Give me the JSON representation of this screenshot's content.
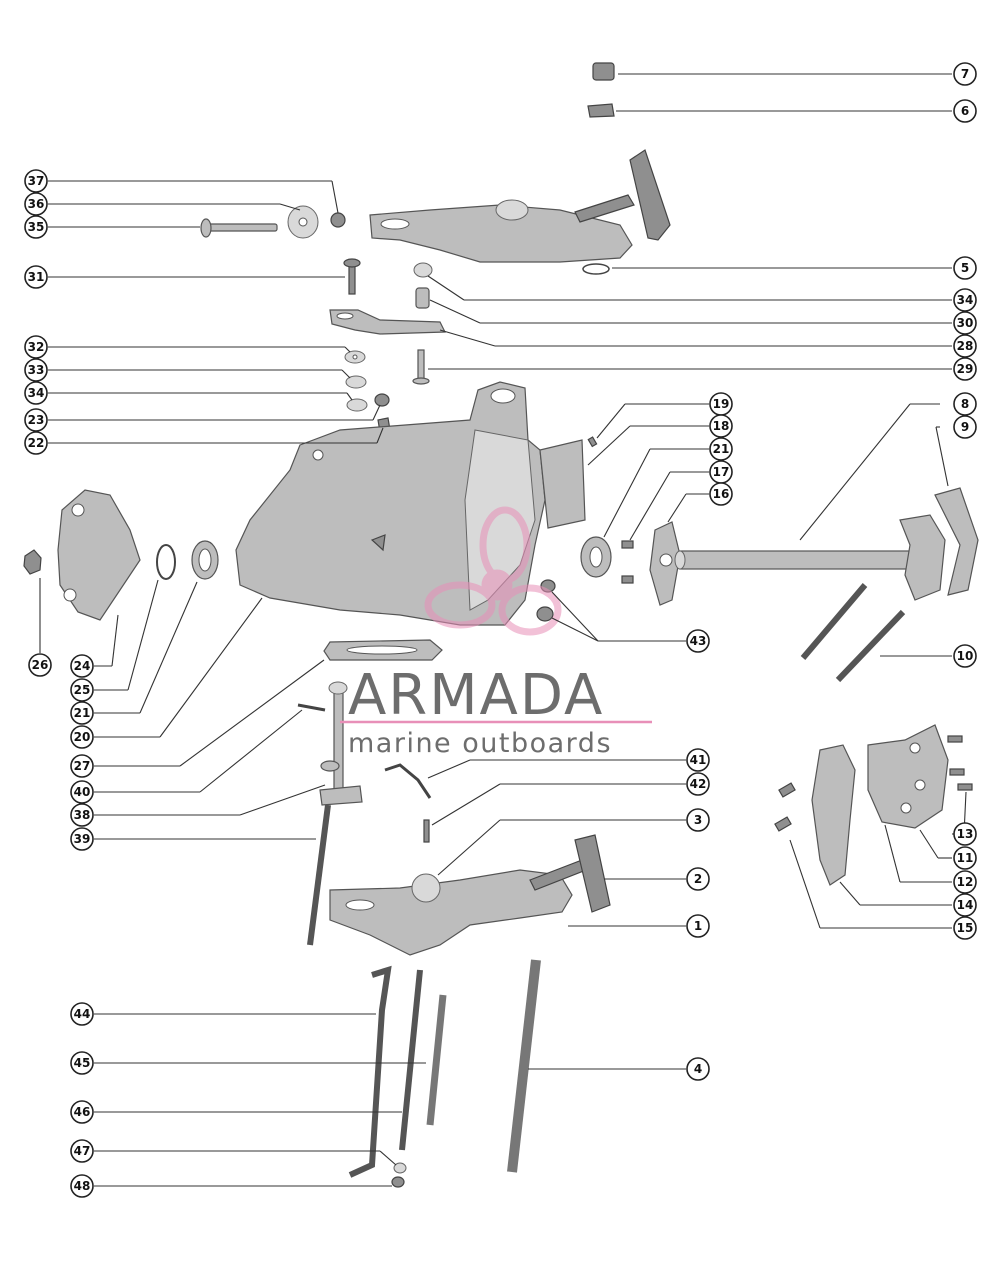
{
  "watermark": {
    "name": "ARMADA",
    "tagline": "marine outboards",
    "accent": "#e88fb8"
  },
  "callouts": {
    "n1": "1",
    "n2": "2",
    "n3": "3",
    "n4": "4",
    "n5": "5",
    "n6": "6",
    "n7": "7",
    "n8": "8",
    "n9": "9",
    "n10": "10",
    "n11": "11",
    "n12": "12",
    "n13": "13",
    "n14": "14",
    "n15": "15",
    "n16": "16",
    "n17": "17",
    "n18": "18",
    "n19": "19",
    "n20": "20",
    "n21a": "21",
    "n21b": "21",
    "n22": "22",
    "n23": "23",
    "n24": "24",
    "n25": "25",
    "n26": "26",
    "n27": "27",
    "n28": "28",
    "n29": "29",
    "n30": "30",
    "n31": "31",
    "n32": "32",
    "n33": "33",
    "n34a": "34",
    "n34b": "34",
    "n35": "35",
    "n36": "36",
    "n37": "37",
    "n38": "38",
    "n39": "39",
    "n40": "40",
    "n41": "41",
    "n42": "42",
    "n43": "43",
    "n44": "44",
    "n45": "45",
    "n46": "46",
    "n47": "47",
    "n48": "48"
  }
}
